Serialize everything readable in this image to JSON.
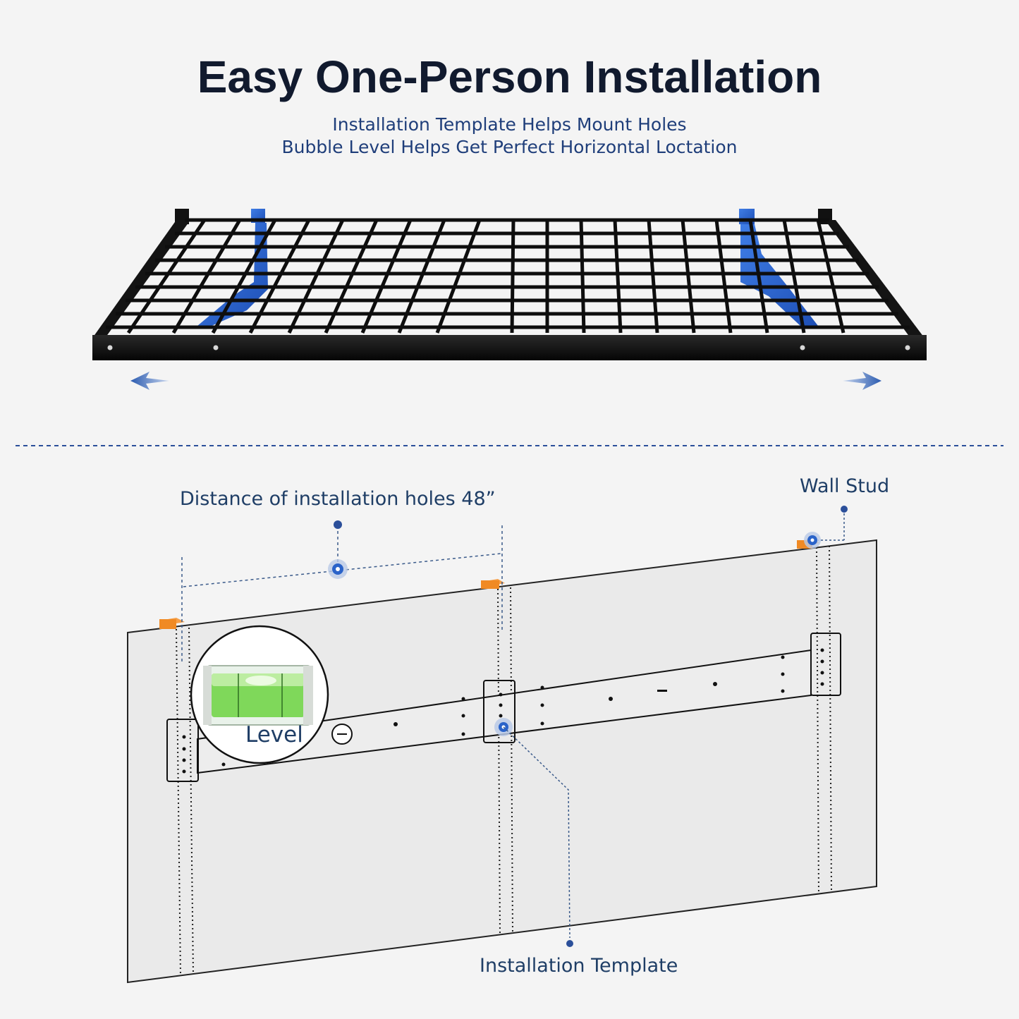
{
  "header": {
    "title": "Easy One-Person Installation",
    "subtitle_line1": "Installation Template Helps Mount Holes",
    "subtitle_line2": "Bubble Level Helps Get Perfect Horizontal Loctation"
  },
  "diagram": {
    "distance_label": "Distance of installation holes 48”",
    "wall_stud_label": "Wall Stud",
    "level_label": "Level",
    "template_label": "Installation Template"
  },
  "colors": {
    "title": "#111a2e",
    "subtitle": "#1f3e7a",
    "accent_blue": "#2a63c9",
    "callout_blue": "#2b4f9a",
    "wood_orange": "#f08a24",
    "shelf_black": "#111111",
    "level_green": "#6fd64a"
  },
  "icons": [
    "arrow-left-icon",
    "arrow-right-icon",
    "bubble-level-icon",
    "callout-dot-icon"
  ]
}
